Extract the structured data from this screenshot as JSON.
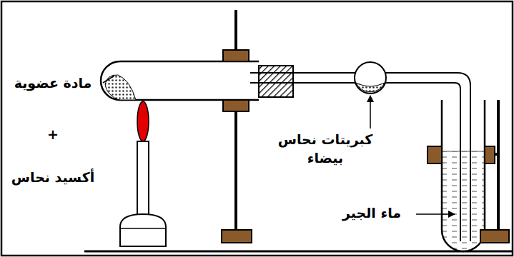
{
  "diagram": {
    "labels": [
      "مادة عضوية",
      "+",
      "أكسيد نحاس",
      "كبريتات نحاس بيضاء",
      "ماء الجير"
    ]
  }
}
